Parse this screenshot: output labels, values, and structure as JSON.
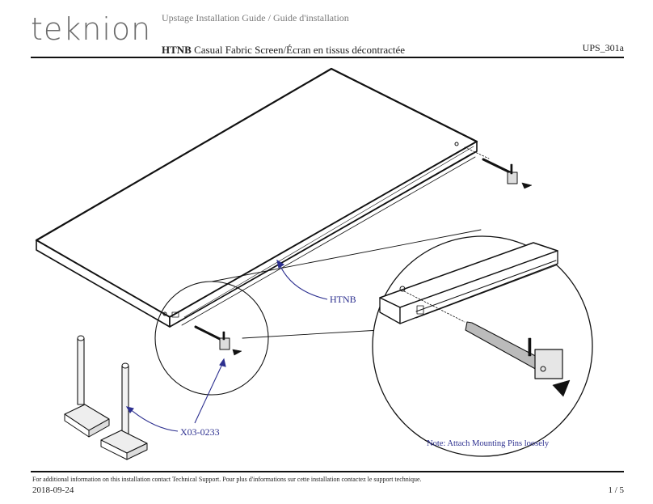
{
  "header": {
    "logo": "teknion",
    "guide_title": "Upstage  Installation Guide / Guide d'installation",
    "product_code": "HTNB",
    "product_name": " Casual Fabric Screen/Écran en tissus décontractée",
    "doc_code": "UPS_301a"
  },
  "callouts": {
    "panel": "HTNB",
    "part": "X03-0233",
    "note": "Note: Attach Mounting Pins loosely"
  },
  "footer": {
    "support_note": "For additional information on this installation contact Technical Support.   Pour plus d'informations sur cette installation contactez le support technique.",
    "date": "2018-09-24",
    "page": "1 / 5"
  },
  "colors": {
    "callout": "#2c2f8f",
    "line_art": "#111111"
  }
}
